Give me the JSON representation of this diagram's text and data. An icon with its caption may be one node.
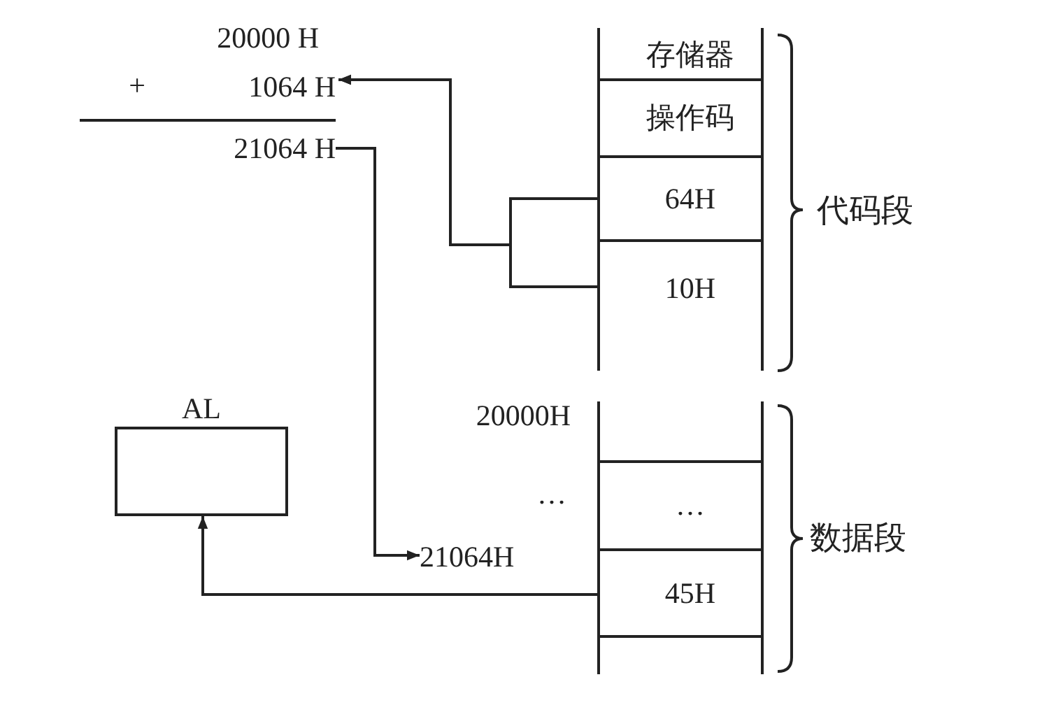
{
  "diagram": {
    "nodes": [
      {
        "text": [
          "存储器"
        ]
      },
      {
        "text": [
          "1064 H"
        ]
      },
      {
        "text": [
          "操作码"
        ]
      },
      {
        "text": [
          "21064 H"
        ]
      },
      {
        "text": [
          "64H"
        ]
      },
      {
        "text": [
          "10H"
        ]
      },
      {
        "text": [
          "AL"
        ]
      },
      {
        "text": [
          "…"
        ]
      },
      {
        "text": [
          "21064H"
        ]
      },
      {
        "text": [
          "45H"
        ]
      }
    ],
    "edges": [
      {
        "from": 4,
        "to": 1,
        "arrow": "to"
      },
      {
        "from": 5,
        "to": 1,
        "arrow": "to"
      },
      {
        "from": 3,
        "to": 8,
        "arrow": "to"
      },
      {
        "from": 9,
        "to": 6,
        "arrow": "to"
      }
    ],
    "labels": [
      "20000 H",
      "+",
      "代码段",
      "20000H",
      "…",
      "数据段"
    ]
  }
}
